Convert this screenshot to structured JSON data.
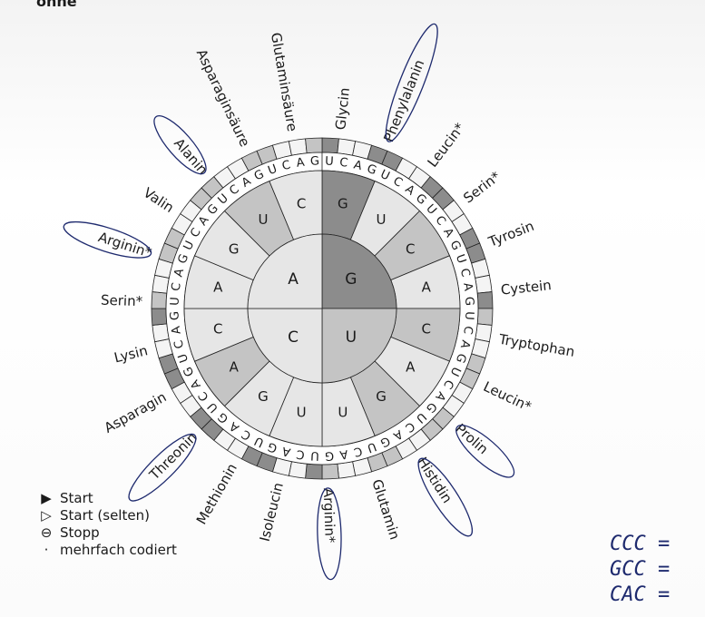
{
  "header_fragment": "ohne",
  "wheel": {
    "center": {
      "quadrants": [
        "G",
        "U",
        "C",
        "A"
      ]
    },
    "ring2": [
      "G",
      "U",
      "C",
      "A",
      "C",
      "A",
      "G",
      "U",
      "U",
      "G",
      "A",
      "C",
      "A",
      "G",
      "U",
      "C"
    ],
    "outer": "UCAGUCAGUCAGUCAGUCAGUCAGUCAGUCAGUCAGUCAGUCAGUCAGUCAGUCAGUCAGUCAG",
    "amino_acids": [
      {
        "name": "Glycin",
        "circled": false
      },
      {
        "name": "Phenylalanin",
        "circled": true
      },
      {
        "name": "Leucin*",
        "circled": false
      },
      {
        "name": "Serin*",
        "circled": false
      },
      {
        "name": "Tyrosin",
        "circled": false
      },
      {
        "name": "Cystein",
        "circled": false
      },
      {
        "name": "Tryptophan",
        "circled": false
      },
      {
        "name": "Leucin*",
        "circled": false
      },
      {
        "name": "Prolin",
        "circled": true
      },
      {
        "name": "Histidin",
        "circled": true
      },
      {
        "name": "Glutamin",
        "circled": false
      },
      {
        "name": "Arginin*",
        "circled": true
      },
      {
        "name": "Isoleucin",
        "circled": false
      },
      {
        "name": "Methionin",
        "circled": false
      },
      {
        "name": "Threonin",
        "circled": true
      },
      {
        "name": "Asparagin",
        "circled": false
      },
      {
        "name": "Lysin",
        "circled": false
      },
      {
        "name": "Serin*",
        "circled": false
      },
      {
        "name": "Arginin*",
        "circled": true
      },
      {
        "name": "Valin",
        "circled": false
      },
      {
        "name": "Alanin",
        "circled": true
      },
      {
        "name": "Asparaginsäure",
        "circled": false
      },
      {
        "name": "Glutaminsäure",
        "circled": false
      }
    ]
  },
  "legend": [
    {
      "symbol": "start-filled-icon",
      "glyph": "▶",
      "text": "Start"
    },
    {
      "symbol": "start-outline-icon",
      "glyph": "▷",
      "text": "Start (selten)"
    },
    {
      "symbol": "stop-icon",
      "glyph": "⊖",
      "text": "Stopp"
    },
    {
      "symbol": "asterisk-icon",
      "glyph": "·",
      "text": "mehrfach codiert"
    }
  ],
  "handwriting": [
    "CCC =",
    "GCC =",
    "CAC ="
  ],
  "colors": {
    "dark": "#8c8c8c",
    "mid": "#c4c4c4",
    "light": "#e6e6e6",
    "ink": "#1e2a6e"
  }
}
